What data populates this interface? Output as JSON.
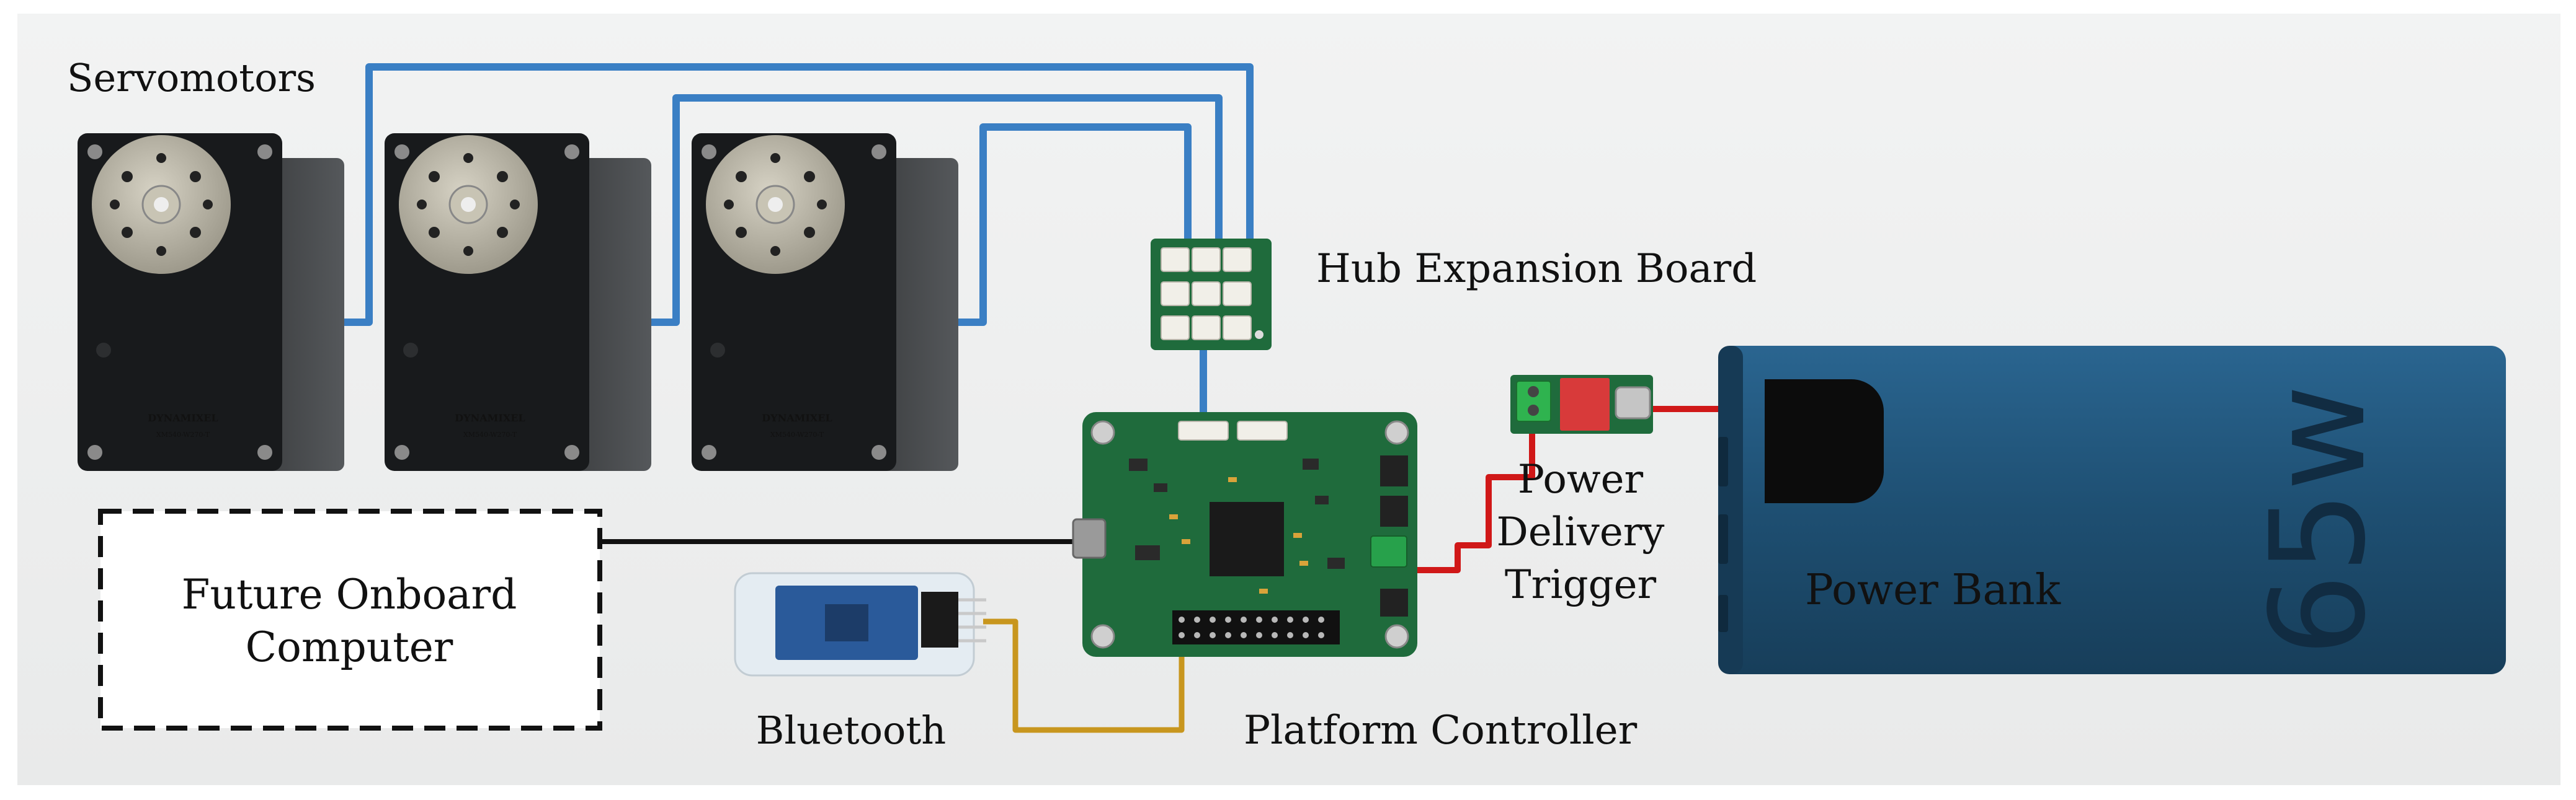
{
  "labels": {
    "servomotors": "Servomotors",
    "hub": "Hub Expansion Board",
    "pdt_line1": "Power",
    "pdt_line2": "Delivery",
    "pdt_line3": "Trigger",
    "power_bank": "Power Bank",
    "computer_line1": "Future Onboard",
    "computer_line2": "Computer",
    "bluetooth": "Bluetooth",
    "controller": "Platform Controller"
  },
  "servo": {
    "brand": "DYNAMIXEL",
    "model": "XM540-W270-T"
  },
  "power_bank_marking": "65w",
  "colors": {
    "servo_data_wire": "#3a7fc4",
    "power_wire": "#d01818",
    "usb_wire": "#111111",
    "bluetooth_wire": "#c8961e",
    "pcb": "#1f6b3c",
    "power_bank": "#1e4f72"
  }
}
